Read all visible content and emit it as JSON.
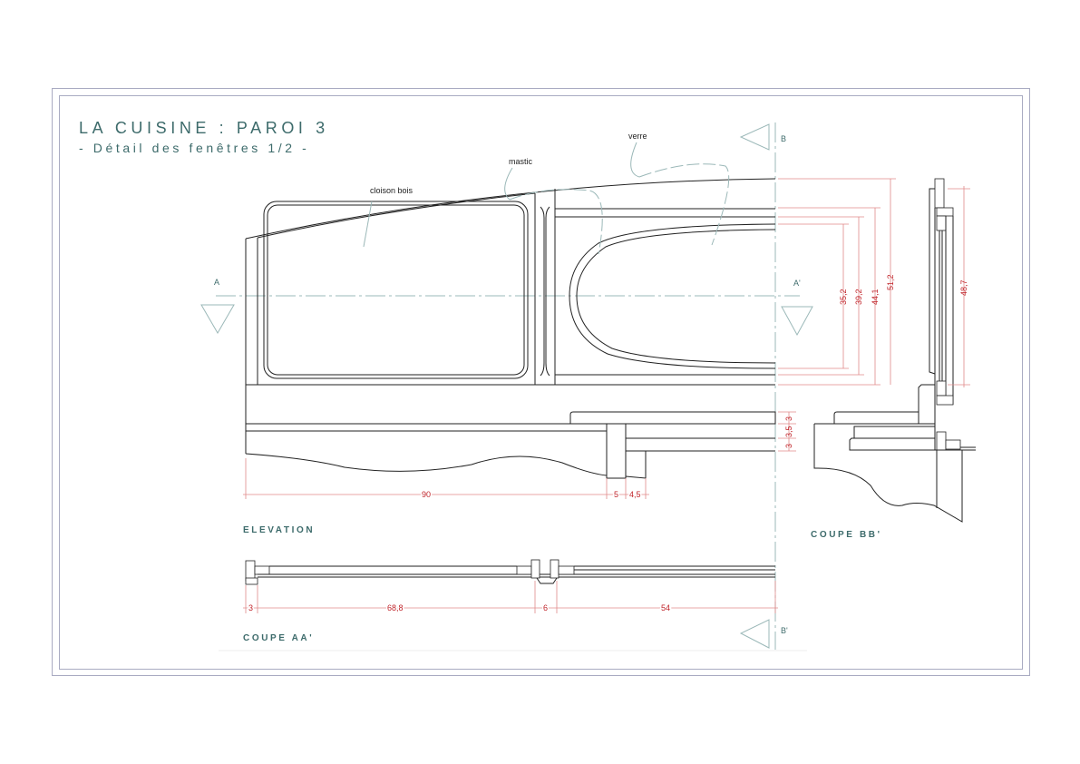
{
  "title": "LA CUISINE : PAROI 3",
  "subtitle": "- Détail des fenêtres 1/2 -",
  "views": {
    "elevation": "ELEVATION",
    "coupe_aa": "COUPE AA'",
    "coupe_bb": "COUPE BB'"
  },
  "annotations": {
    "cloison": "cloison bois",
    "mastic": "mastic",
    "verre": "verre"
  },
  "section_marks": {
    "a": "A",
    "a_prime": "A'",
    "b": "B",
    "b_prime": "B'"
  },
  "dimensions": {
    "elevation_vertical": [
      "35,2",
      "39,2",
      "44,1",
      "51,2"
    ],
    "sill_vertical": [
      "3",
      "3,5",
      "3"
    ],
    "elevation_horizontal": [
      "90",
      "5",
      "4,5"
    ],
    "coupe_aa_horizontal": [
      "3",
      "68,8",
      "6",
      "54"
    ],
    "coupe_bb_vertical": "48,7"
  },
  "colors": {
    "accent": "#3d6b6b",
    "dimension": "#c0242a",
    "frame": "#a9abc2"
  }
}
